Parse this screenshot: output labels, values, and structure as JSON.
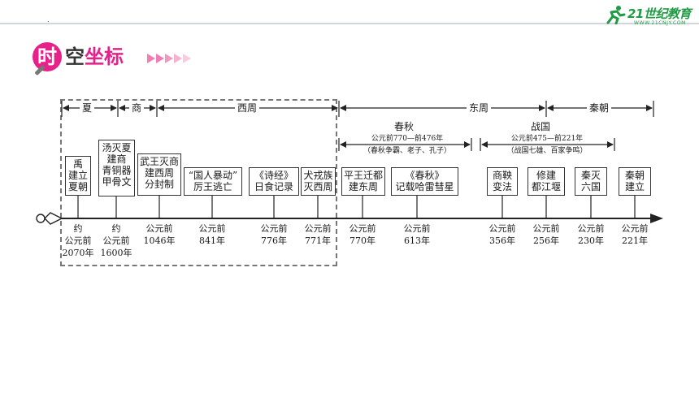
{
  "header": {
    "logo_title": "21世纪教育",
    "logo_sub": "WWW.21CNJY.COM",
    "logo_icon": "running-figure-icon",
    "dot": "."
  },
  "heading": {
    "badge": "时",
    "part1": "空",
    "part2": "坐标",
    "arrows_icon": "arrows-decoration-icon",
    "accent": "#e6218a"
  },
  "periods": {
    "xia": "夏",
    "shang": "商",
    "xizhou": "西周",
    "dongzhou": "东周",
    "qin": "秦朝"
  },
  "subperiods": {
    "chunqiu": {
      "name": "春秋",
      "range": "公元前770—前476年",
      "note": "（春秋争霸、老子、孔子）"
    },
    "zhanguo": {
      "name": "战国",
      "range": "公元前475—前221年",
      "note": "（战国七雄、百家争鸣）"
    }
  },
  "events": [
    {
      "lines": [
        "禹",
        "建立",
        "夏朝"
      ],
      "date": [
        "约",
        "公元前",
        "2070年"
      ]
    },
    {
      "lines": [
        "汤灭夏",
        "建商",
        "青铜器",
        "甲骨文"
      ],
      "date": [
        "约",
        "公元前",
        "1600年"
      ]
    },
    {
      "lines": [
        "武王灭商",
        "建西周",
        "分封制"
      ],
      "date": [
        "公元前",
        "1046年"
      ]
    },
    {
      "lines": [
        "“国人暴动”",
        "厉王逃亡"
      ],
      "date": [
        "公元前",
        "841年"
      ]
    },
    {
      "lines": [
        "《诗经》",
        "日食记录"
      ],
      "date": [
        "公元前",
        "776年"
      ]
    },
    {
      "lines": [
        "犬戎族",
        "灭西周"
      ],
      "date": [
        "公元前",
        "771年"
      ]
    },
    {
      "lines": [
        "平王迁都",
        "建东周"
      ],
      "date": [
        "公元前",
        "770年"
      ]
    },
    {
      "lines": [
        "《春秋》",
        "记载哈雷彗星"
      ],
      "date": [
        "公元前",
        "613年"
      ]
    },
    {
      "lines": [
        "商鞅",
        "变法"
      ],
      "date": [
        "公元前",
        "356年"
      ]
    },
    {
      "lines": [
        "修建",
        "都江堰"
      ],
      "date": [
        "公元前",
        "256年"
      ]
    },
    {
      "lines": [
        "秦灭",
        "六国"
      ],
      "date": [
        "公元前",
        "230年"
      ]
    },
    {
      "lines": [
        "秦朝",
        "建立"
      ],
      "date": [
        "公元前",
        "221年"
      ]
    }
  ]
}
